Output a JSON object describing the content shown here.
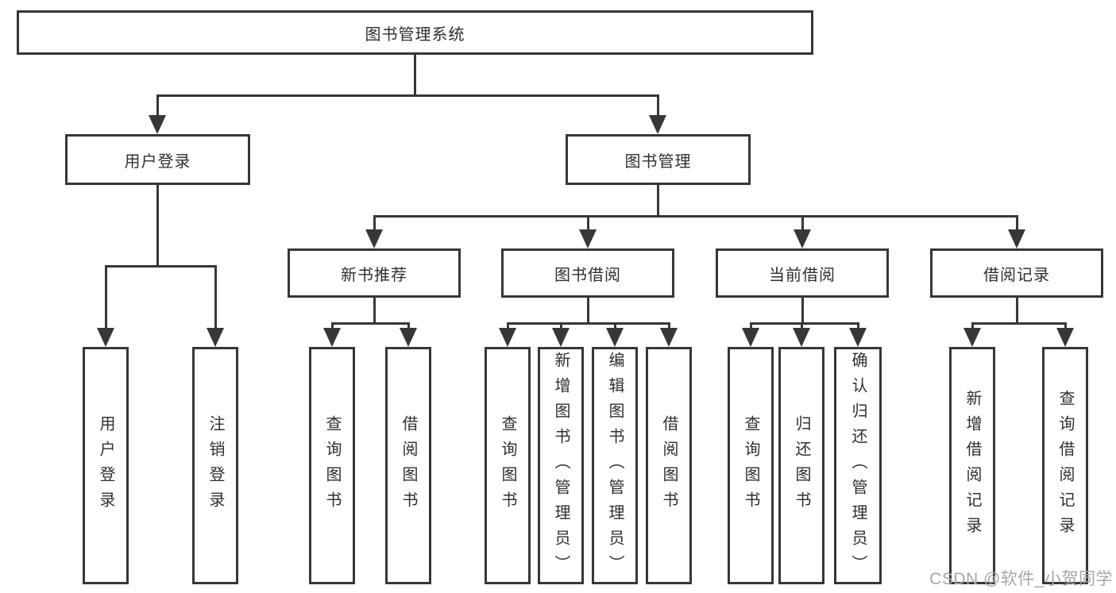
{
  "root": {
    "label": "图书管理系统"
  },
  "level2": [
    {
      "label": "用户登录"
    },
    {
      "label": "图书管理"
    }
  ],
  "level3": [
    {
      "label": "新书推荐"
    },
    {
      "label": "图书借阅"
    },
    {
      "label": "当前借阅"
    },
    {
      "label": "借阅记录"
    }
  ],
  "leaves": [
    {
      "label": "用户登录"
    },
    {
      "label": "注销登录"
    },
    {
      "label": "查询图书"
    },
    {
      "label": "借阅图书"
    },
    {
      "label": "查询图书"
    },
    {
      "label": "新增图书（管理员）"
    },
    {
      "label": "编辑图书（管理员）"
    },
    {
      "label": "借阅图书"
    },
    {
      "label": "查询图书"
    },
    {
      "label": "归还图书"
    },
    {
      "label": "确认归还（管理员）"
    },
    {
      "label": "新增借阅记录"
    },
    {
      "label": "查询借阅记录"
    }
  ],
  "watermark": "CSDN @软件_小贺同学",
  "colors": {
    "line": "#373737",
    "box_fill": "#ffffff",
    "text": "#2f2f2f",
    "watermark": "#a6a6a6"
  }
}
